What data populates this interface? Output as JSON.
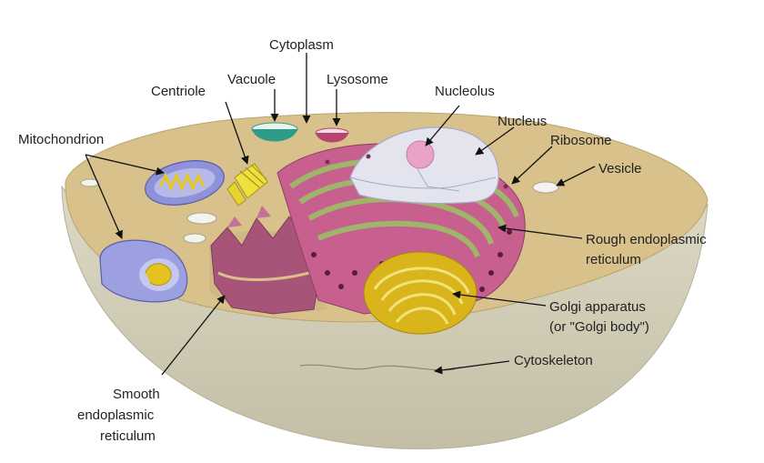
{
  "labels": {
    "cytoplasm": "Cytoplasm",
    "vacuole": "Vacuole",
    "lysosome": "Lysosome",
    "centriole": "Centriole",
    "nucleolus": "Nucleolus",
    "nucleus": "Nucleus",
    "ribosome": "Ribosome",
    "vesicle": "Vesicle",
    "mitochondrion": "Mitochondrion",
    "rough_er_line1": "Rough endoplasmic",
    "rough_er_line2": "reticulum",
    "golgi_line1": "Golgi apparatus",
    "golgi_line2": "(or \"Golgi body\")",
    "cytoskeleton": "Cytoskeleton",
    "smooth_er_line1": "Smooth",
    "smooth_er_line2": "endoplasmic",
    "smooth_er_line3": "reticulum"
  },
  "colors": {
    "cytoplasm_top": "#d8c18a",
    "cell_base": "#cfcbb4",
    "nucleus": "#e4e4ef",
    "nucleolus": "#e9a3c9",
    "rough_er": "#c8608f",
    "smooth_er": "#a75478",
    "golgi": "#e5c21e",
    "mitochondrion": "#8f92d8",
    "centriole": "#f0e03c",
    "vacuole": "#2f9c8a",
    "lysosome": "#b8436e"
  }
}
